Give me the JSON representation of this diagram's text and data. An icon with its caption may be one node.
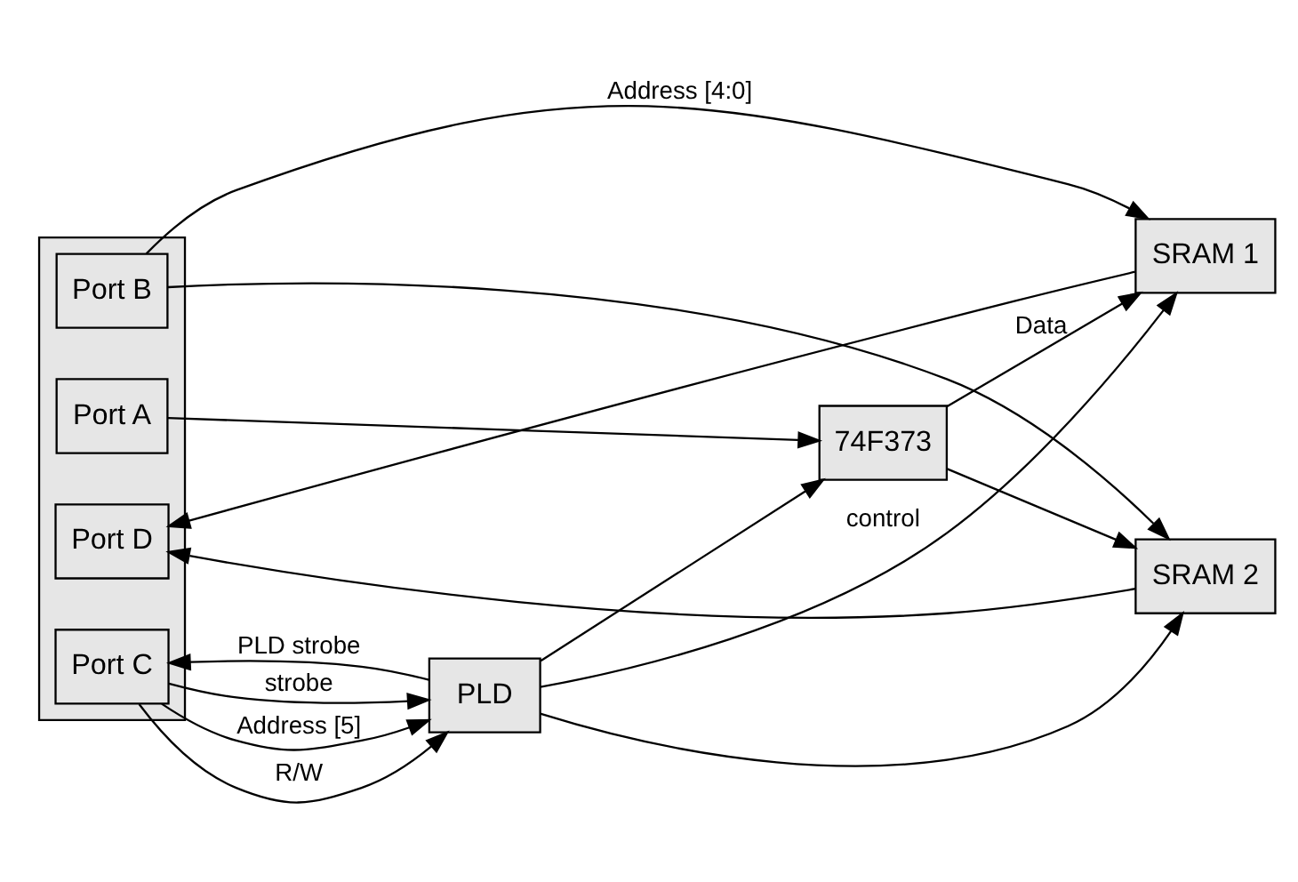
{
  "diagram": {
    "nodes": [
      {
        "text": [],
        "shape": "box"
      },
      {
        "text": [
          "Port B"
        ],
        "in": 0
      },
      {
        "text": [
          "Port A"
        ],
        "in": 0
      },
      {
        "text": [
          "Port D"
        ],
        "in": 0
      },
      {
        "text": [
          "Port C"
        ],
        "in": 0
      },
      {
        "text": [
          "SRAM 1"
        ]
      },
      {
        "text": [
          "SRAM 2"
        ]
      },
      {
        "text": [
          "74F373"
        ]
      },
      {
        "text": [
          "PLD"
        ]
      }
    ],
    "edges": [
      {
        "from": 1,
        "to": 5,
        "arrow": "to",
        "label": "Address [4:0]"
      },
      {
        "from": 1,
        "to": 6,
        "arrow": "to"
      },
      {
        "from": 2,
        "to": 7,
        "arrow": "to"
      },
      {
        "from": 7,
        "to": 5,
        "arrow": "to",
        "label": "Data"
      },
      {
        "from": 7,
        "to": 6,
        "arrow": "to"
      },
      {
        "from": 5,
        "to": 3,
        "arrow": "to"
      },
      {
        "from": 6,
        "to": 3,
        "arrow": "to"
      },
      {
        "from": 8,
        "to": 7,
        "arrow": "to"
      },
      {
        "from": 8,
        "to": 5,
        "arrow": "to",
        "label": "control"
      },
      {
        "from": 8,
        "to": 6,
        "arrow": "to"
      },
      {
        "from": 4,
        "to": 8,
        "arrow": "to",
        "label": "strobe"
      },
      {
        "from": 4,
        "to": 8,
        "arrow": "to",
        "label": "Address [5]"
      },
      {
        "from": 4,
        "to": 8,
        "arrow": "to",
        "label": "R/W"
      },
      {
        "from": 8,
        "to": 4,
        "arrow": "to",
        "label": "PLD strobe"
      }
    ]
  }
}
